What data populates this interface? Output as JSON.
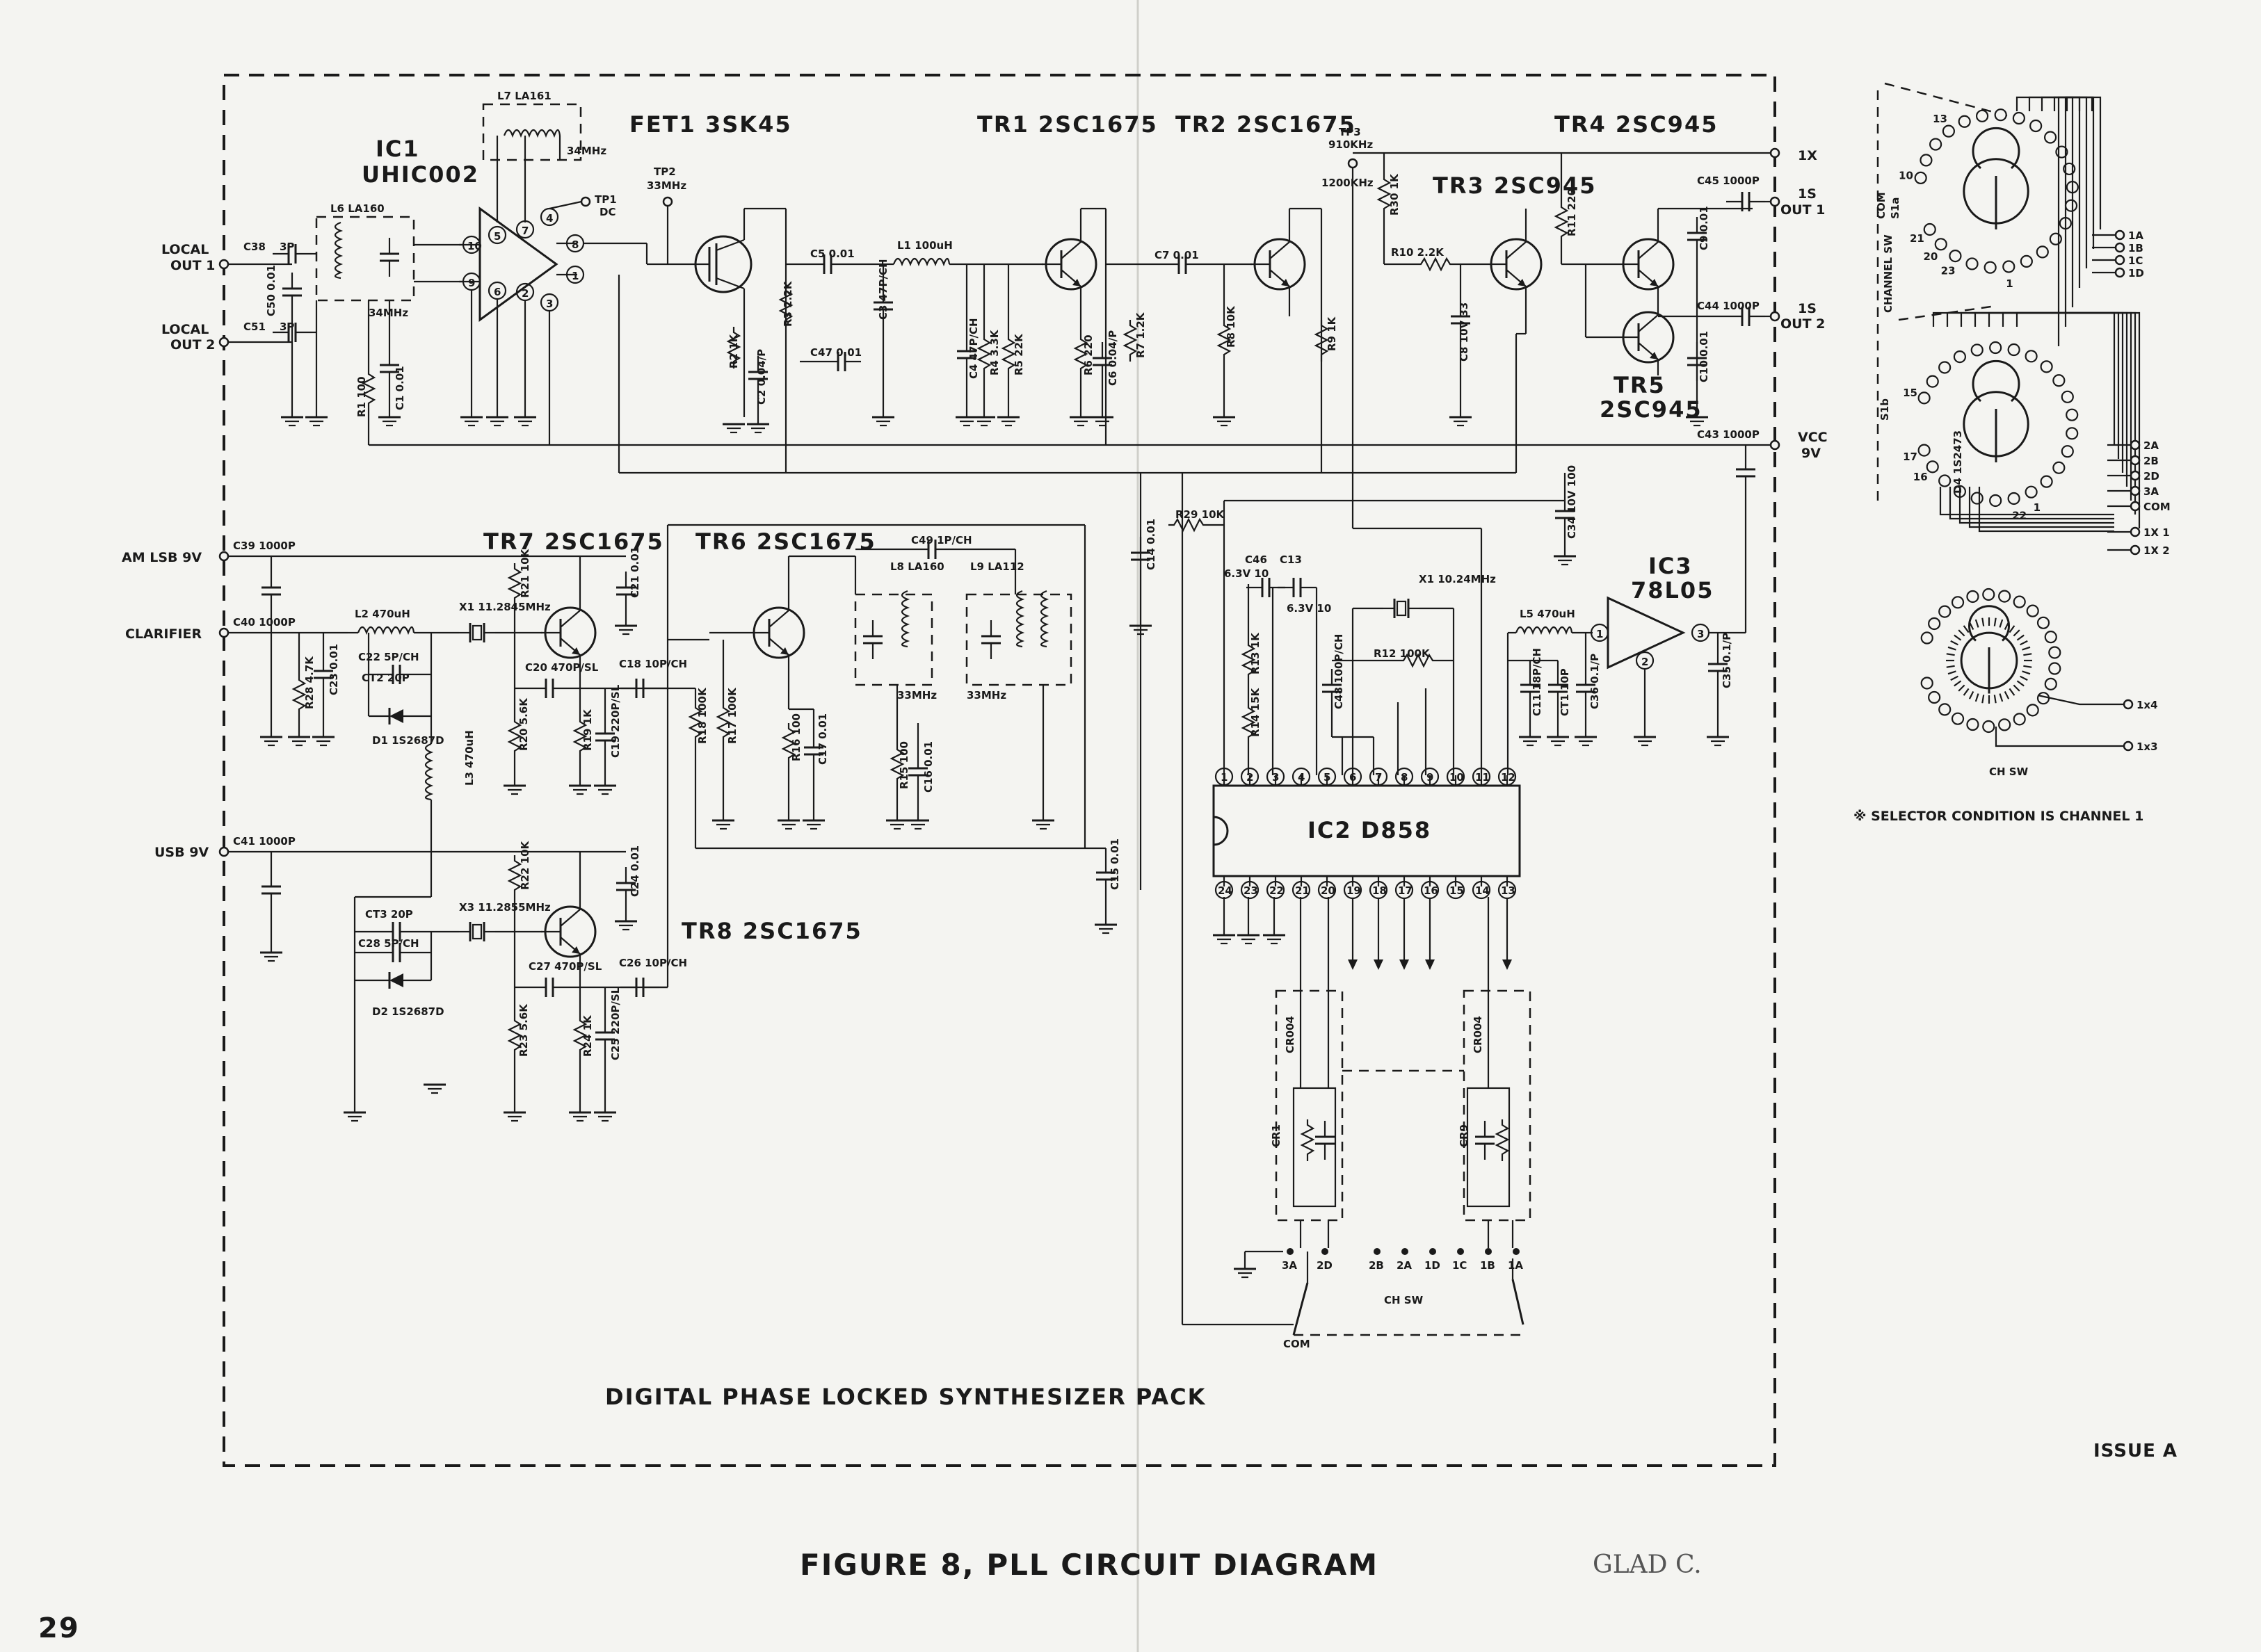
{
  "figure": {
    "title": "FIGURE 8, PLL CIRCUIT DIAGRAM",
    "pack_label": "DIGITAL PHASE LOCKED SYNTHESIZER PACK",
    "issue": "ISSUE A",
    "page_number": "29",
    "handwritten_note": "GLAD C.",
    "selector_note": "※ SELECTOR CONDITION IS CHANNEL 1"
  },
  "ics": {
    "ic1_name": "IC1",
    "ic1_part": "UHIC002",
    "ic2": "IC2 D858",
    "ic3_name": "IC3",
    "ic3_part": "78L05"
  },
  "transistors": {
    "fet1": "FET1 3SK45",
    "tr1": "TR1 2SC1675",
    "tr2": "TR2 2SC1675",
    "tr3": "TR3 2SC945",
    "tr4": "TR4 2SC945",
    "tr5_name": "TR5",
    "tr5_part": "2SC945",
    "tr6": "TR6 2SC1675",
    "tr7": "TR7 2SC1675",
    "tr8": "TR8 2SC1675"
  },
  "ports_left": {
    "local_out1": [
      "LOCAL",
      "OUT 1"
    ],
    "local_out2": [
      "LOCAL",
      "OUT 2"
    ],
    "am_lsb": "AM LSB 9V",
    "clarifier": "CLARIFIER",
    "usb": "USB 9V"
  },
  "ports_right": {
    "p1x": "1X",
    "p1s_out1": [
      "1S",
      "OUT 1"
    ],
    "p1s_out2": [
      "1S",
      "OUT 2"
    ],
    "vcc": [
      "VCC",
      "9V"
    ]
  },
  "test_points": {
    "tp1": [
      "TP1",
      "DC"
    ],
    "tp2": [
      "TP2",
      "33MHz"
    ],
    "tp3": [
      "TP3",
      "910KHz",
      "1200KHz"
    ]
  },
  "components": {
    "l7": "L7 LA161",
    "l7_freq": "34MHz",
    "l6": "L6 LA160",
    "l6_freq": "34MHz",
    "c38": "C38",
    "c38v": "3P",
    "c50": "C50 0.01",
    "c51": "C51",
    "c51v": "3P",
    "r1": "R1 100",
    "c1": "C1 0.01",
    "r2": "R2 1K",
    "c2": "C2 0.04/P",
    "r3": "R3 2.2K",
    "c5": "C5 0.01",
    "l1": "L1 100uH",
    "c47": "C47 0.01",
    "c3": "C3 47P/CH",
    "c4": "C4 47P/CH",
    "r4": "R4 3.3K",
    "r5": "R5 22K",
    "r6": "R6 220",
    "c6": "C6 0.04/P",
    "r7": "R7 1.2K",
    "c7": "C7 0.01",
    "r8": "R8 10K",
    "r9": "R9 1K",
    "r30": "R30 1K",
    "r10": "R10 2.2K",
    "c8": "C8 10V 33",
    "r11": "R11 220",
    "c9": "C9 0.01",
    "c45": "C45 1000P",
    "c44": "C44 1000P",
    "c43": "C43 1000P",
    "c10": "C10 0.01",
    "c39": "C39 1000P",
    "c40": "C40 1000P",
    "c41": "C41 1000P",
    "r28": "R28 4.7K",
    "c23": "C23 0.01",
    "l2": "L2 470uH",
    "x1": "X1 11.2845MHz",
    "c22": "C22 5P/CH",
    "ct2": "CT2 20P",
    "d1": "D1 1S2687D",
    "l3": "L3 470uH",
    "r21": "R21 10K",
    "c21": "C21 0.01",
    "c20": "C20 470P/SL",
    "c18": "C18 10P/CH",
    "r20": "R20 5.6K",
    "r19": "R19 1K",
    "c19": "C19 220P/SL",
    "r18": "R18 100K",
    "r17": "R17 100K",
    "r16": "R16 100",
    "c17": "C17 0.01",
    "r15": "R15 100",
    "c16": "C16 0.01",
    "c49": "C49 1P/CH",
    "l8": "L8 LA160",
    "l8_freq": "33MHz",
    "l9": "L9 LA112",
    "l9_freq": "33MHz",
    "c14": "C14 0.01",
    "c15": "C15 0.01",
    "r29": "R29 10K",
    "c46": "C46",
    "c13": "C13",
    "c46v": "6.3V 10",
    "c13v": "6.3V 10",
    "r13": "R13 1K",
    "r14": "R14 15K",
    "c48": "C48 100P/CH",
    "x1b": "X1 10.24MHz",
    "r12": "R12 100K",
    "l5": "L5 470uH",
    "c11": "C11 18P/CH",
    "ct1": "CT1 10P",
    "c36": "C36 0.1/P",
    "c35": "C35 0.1/P",
    "c34": "C34 10V 100",
    "ct3": "CT3 20P",
    "c28": "C28 5P/CH",
    "d2": "D2 1S2687D",
    "x3": "X3 11.2855MHz",
    "r22": "R22 10K",
    "c24": "C24 0.01",
    "c27": "C27 470P/SL",
    "c26": "C26 10P/CH",
    "r23": "R23 5.6K",
    "r24": "R24 1K",
    "c25": "C25 220P/SL",
    "cr004a": "CR004",
    "cr004b": "CR004",
    "cr1": "CR1",
    "cr9": "CR9",
    "d4": "D4 1S2473"
  },
  "ic2_pins_top": [
    "1",
    "2",
    "3",
    "4",
    "5",
    "6",
    "7",
    "8",
    "9",
    "10",
    "11",
    "12"
  ],
  "ic2_pins_bottom": [
    "24",
    "23",
    "22",
    "21",
    "20",
    "19",
    "18",
    "17",
    "16",
    "15",
    "14",
    "13"
  ],
  "ch_switch_bottom": {
    "terms": [
      "3A",
      "2D",
      "2B",
      "2A",
      "1D",
      "1C",
      "1B",
      "1A"
    ],
    "label": "CH SW",
    "com": "COM"
  },
  "right_switch": {
    "s1a_outputs": [
      "1A",
      "1B",
      "1C",
      "1D"
    ],
    "s1b_outputs": [
      "2A",
      "2B",
      "2D",
      "3A",
      "COM"
    ],
    "pos_outputs": [
      "1X 1",
      "1X 2"
    ],
    "lower_outputs": [
      "1x4",
      "1x3"
    ],
    "channel_sw": "CHANNEL SW",
    "com_s1a": [
      "COM",
      "S1a"
    ],
    "s1b": "S1b",
    "ch_sw": "CH SW"
  }
}
